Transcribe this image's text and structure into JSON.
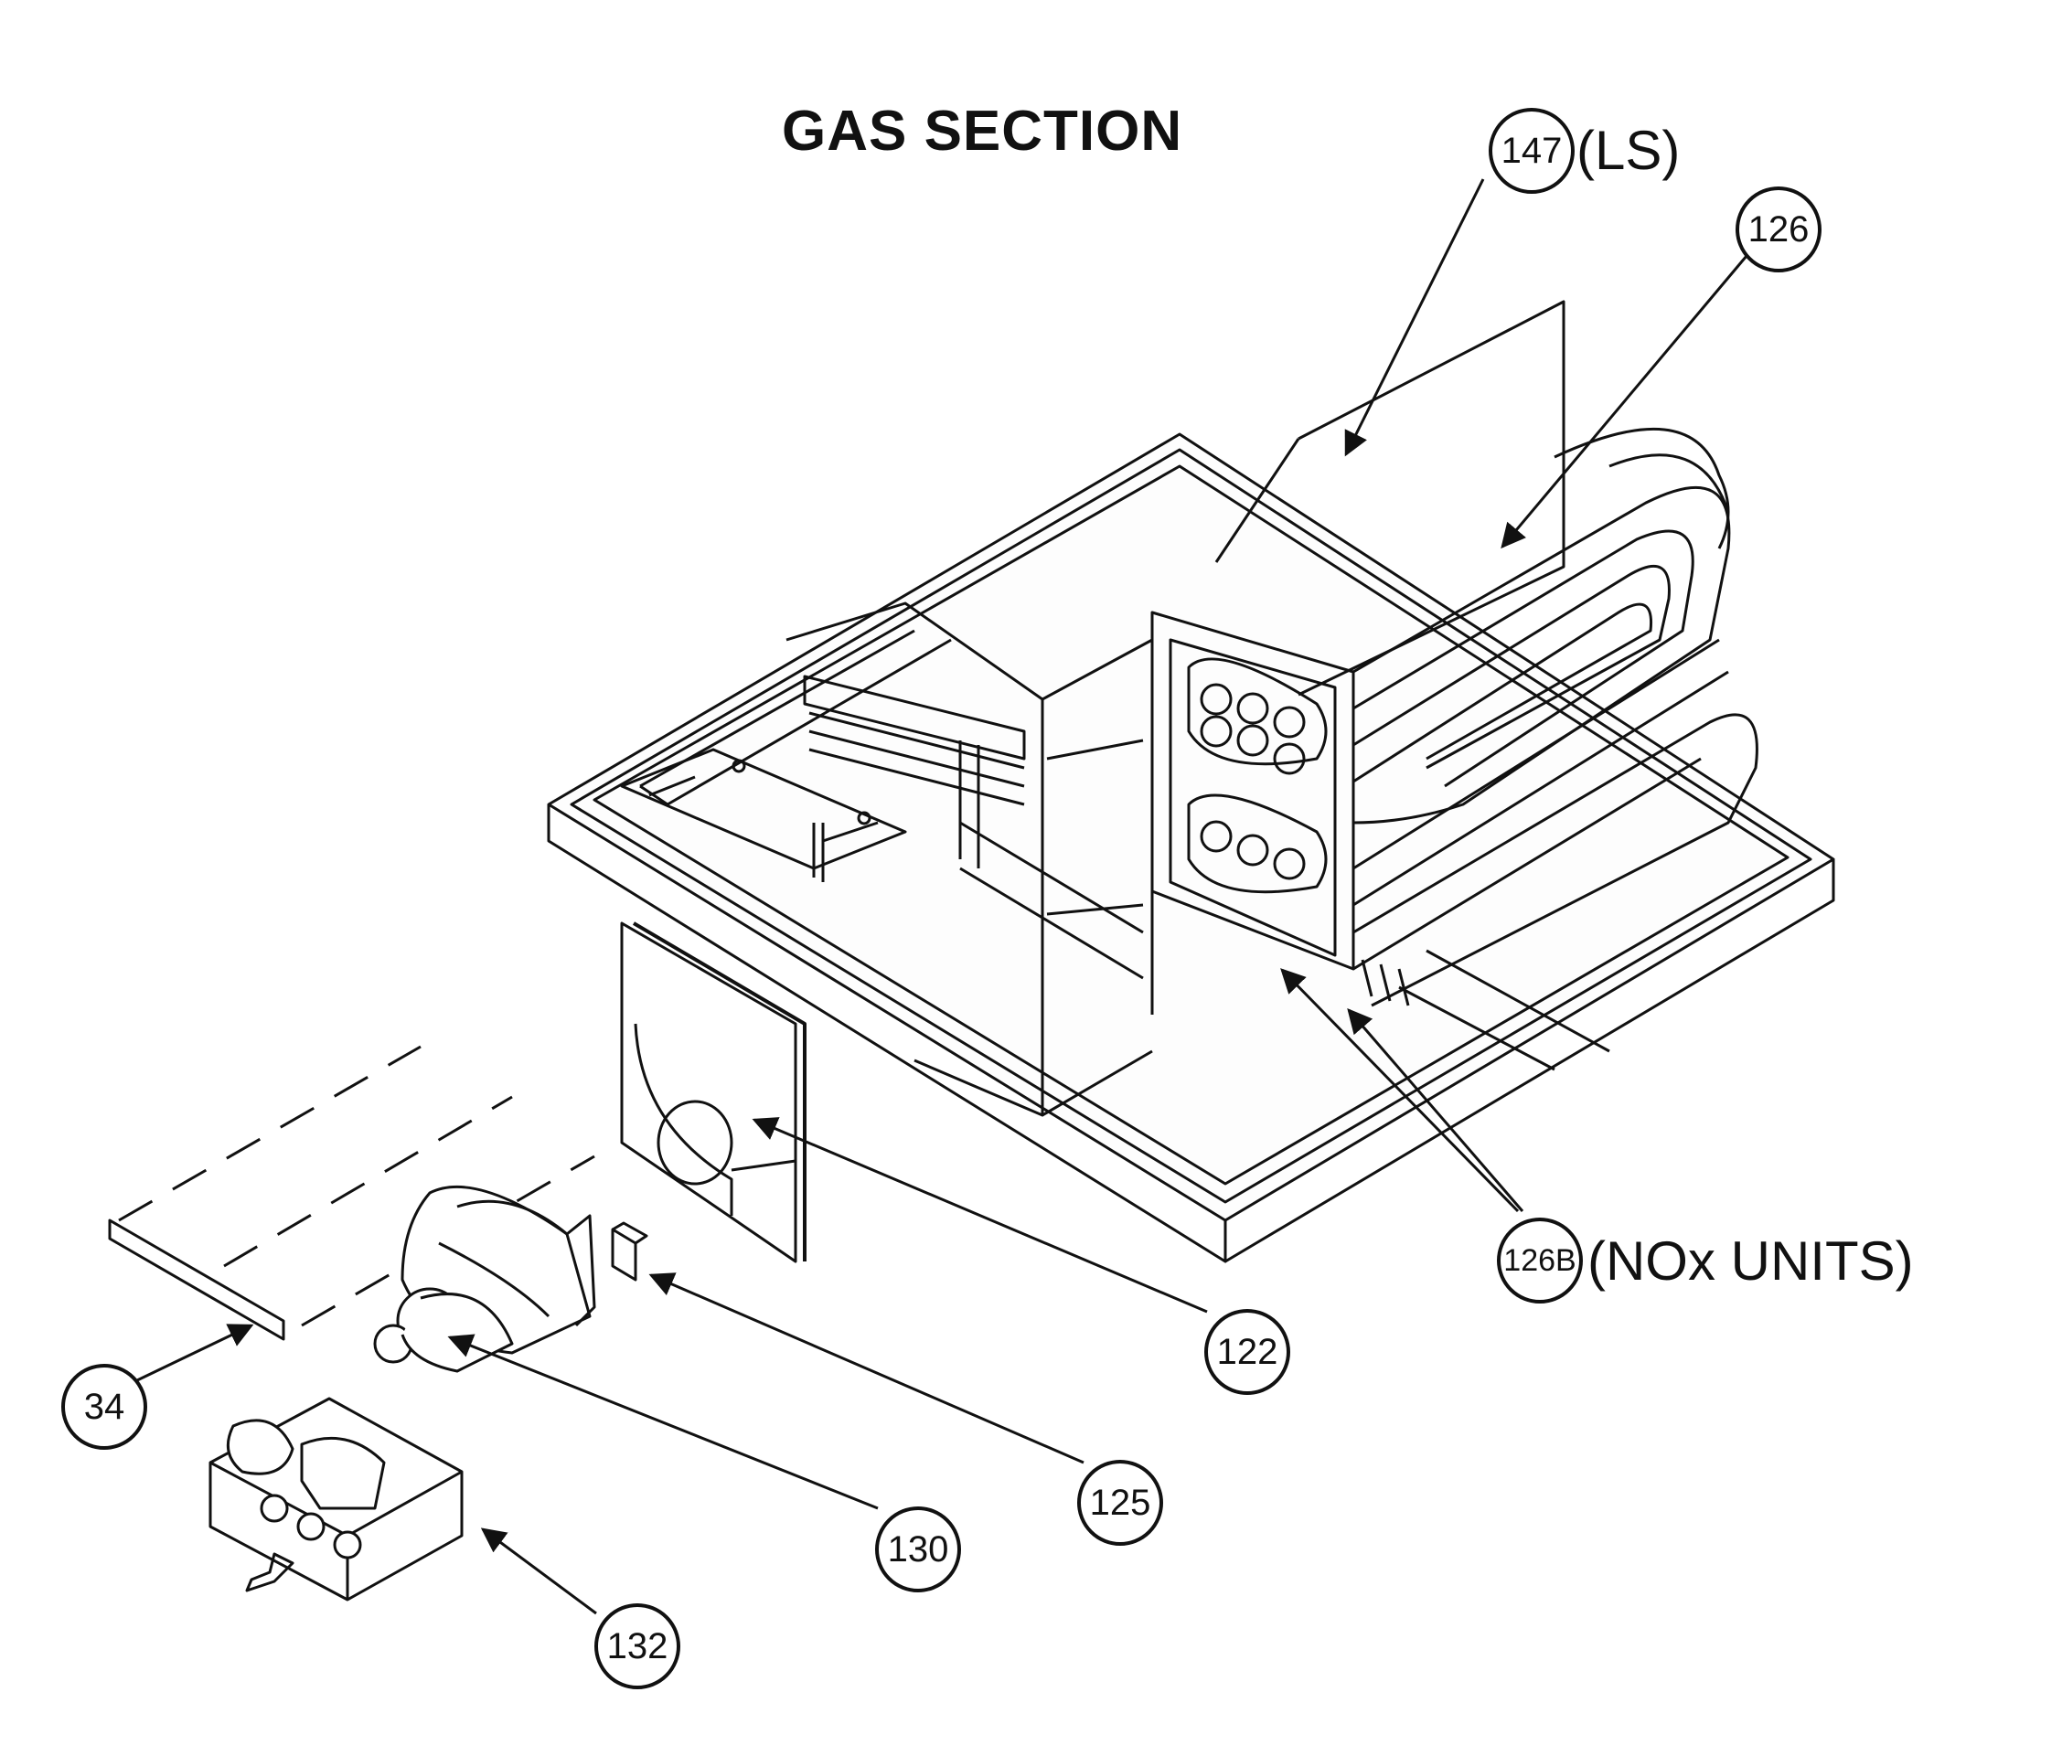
{
  "title": "GAS SECTION",
  "callouts": {
    "c147": "147",
    "c126": "126",
    "c126b": "126B",
    "c122": "122",
    "c125": "125",
    "c130": "130",
    "c132": "132",
    "c34": "34"
  },
  "notes": {
    "ls": "(LS)",
    "nox": "(NOx UNITS)"
  }
}
